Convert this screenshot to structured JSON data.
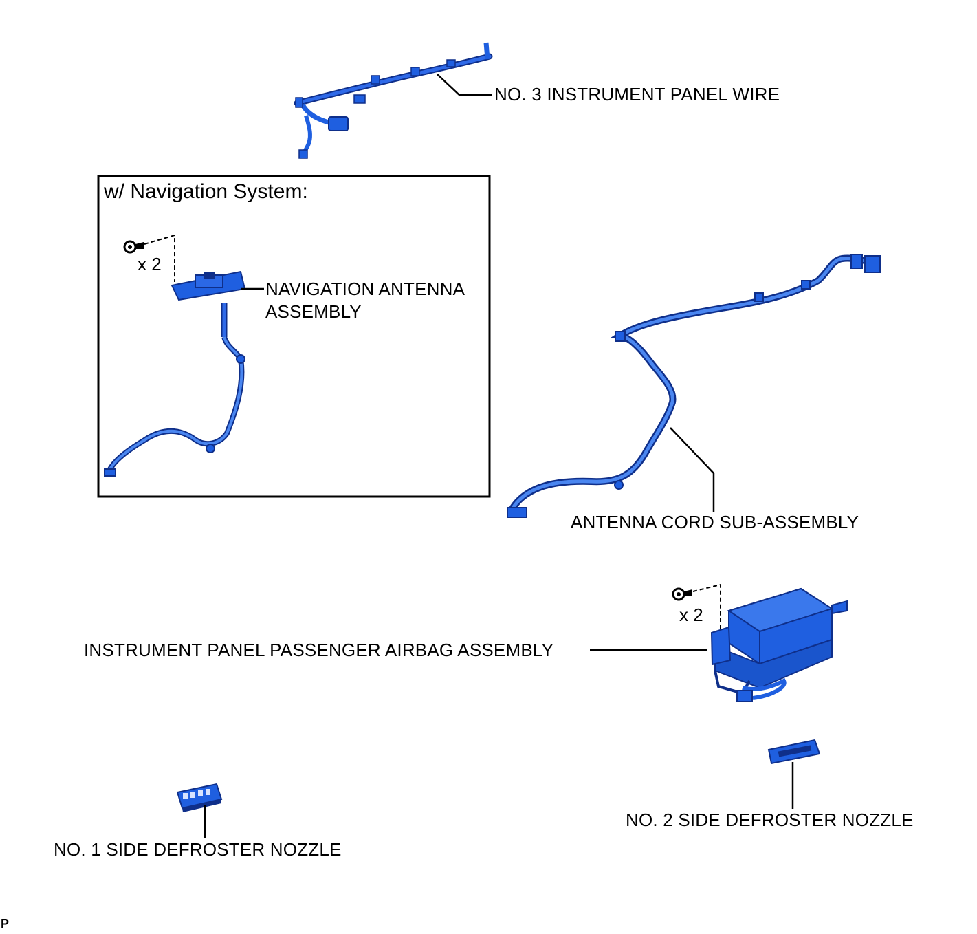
{
  "labels": {
    "panel_wire": "NO. 3 INSTRUMENT PANEL WIRE",
    "nav_box_title": "w/ Navigation System:",
    "nav_antenna_line1": "NAVIGATION ANTENNA",
    "nav_antenna_line2": "ASSEMBLY",
    "nav_qty": "x 2",
    "antenna_cord": "ANTENNA CORD SUB-ASSEMBLY",
    "airbag_qty": "x 2",
    "airbag": "INSTRUMENT PANEL PASSENGER AIRBAG ASSEMBLY",
    "nozzle2": "NO. 2 SIDE DEFROSTER NOZZLE",
    "nozzle1": "NO. 1 SIDE DEFROSTER NOZZLE",
    "corner_mark": "P"
  },
  "colors": {
    "part": "#1f5fe0",
    "part_dark": "#0f2f8a",
    "part_light": "#4a86f0",
    "line": "#000000"
  }
}
